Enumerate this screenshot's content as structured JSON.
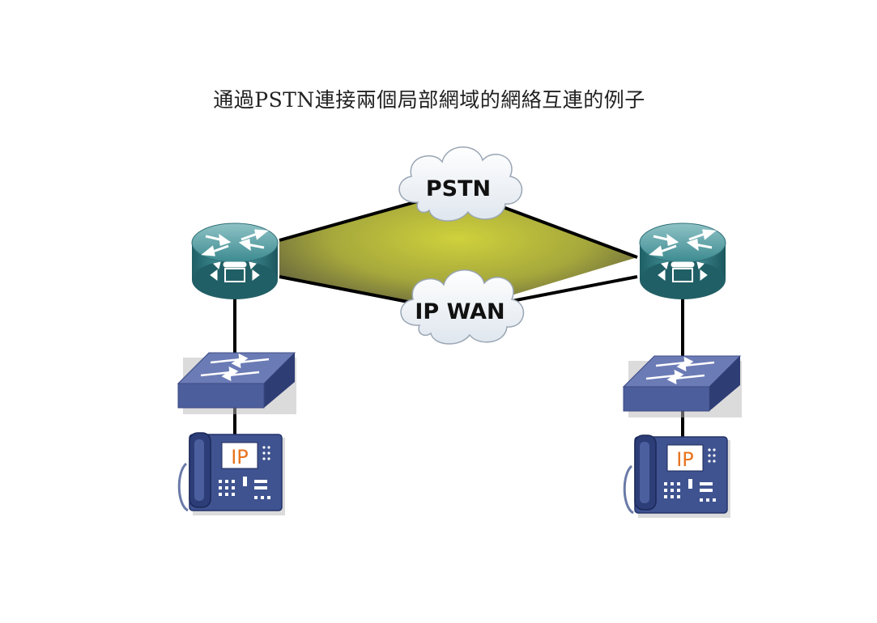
{
  "title": "通過PSTN連接兩個局部網域的網絡互連的例子",
  "clouds": {
    "pstn": {
      "label": "PSTN"
    },
    "ipwan": {
      "label": "IP WAN"
    }
  },
  "phones": {
    "left": {
      "label": "IP"
    },
    "right": {
      "label": "IP"
    }
  },
  "icons": [
    "router-icon",
    "switch-icon",
    "ip-phone-icon",
    "cloud-icon"
  ],
  "colors": {
    "link": "#000000",
    "wan_fill_center": "#c7c93a",
    "wan_fill_edge": "#5a5a3a",
    "router": "#2a7f85",
    "switch": "#4d5e9c",
    "phone": "#3f5390",
    "ip_text": "#e8731e"
  }
}
